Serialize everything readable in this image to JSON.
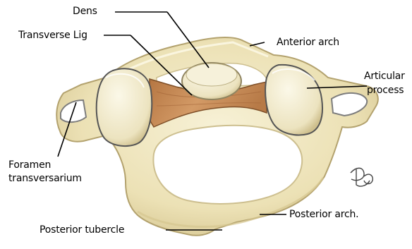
{
  "labels": {
    "dens": "Dens",
    "transverse_lig": "Transverse Lig",
    "anterior_arch": "Anterior arch",
    "articular_process_line1": "Articular",
    "articular_process_line2": "process",
    "foramen_line1": "Foramen",
    "foramen_line2": "transversarium",
    "posterior_arch": "Posterior arch.",
    "posterior_tubercle": "Posterior tubercle"
  },
  "colors": {
    "bone_fill": "#efe6bf",
    "bone_edge": "#b7a877",
    "bone_highlight": "#fbf7e3",
    "facet_fill": "#f3efd6",
    "ligament": "#c98a55",
    "ligament_edge": "#8a5a30",
    "foramen_fill": "#ffffff",
    "foramen_edge": "#7d7d7d",
    "leader_line": "#000000"
  }
}
